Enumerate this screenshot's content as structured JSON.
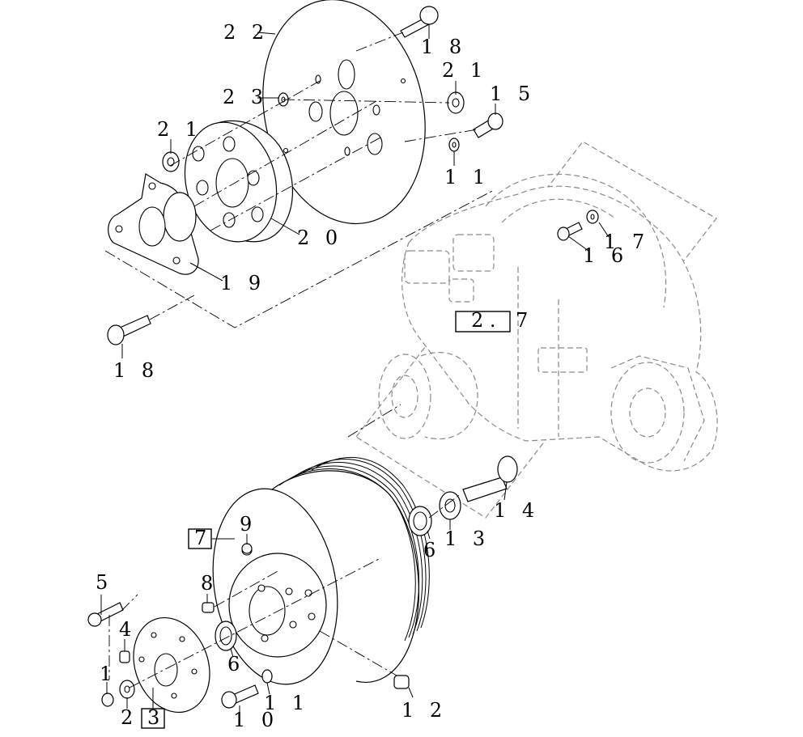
{
  "callouts": {
    "c22": "2 2",
    "c18_top": "1 8",
    "c21_right": "2 1",
    "c23": "2 3",
    "c15": "1 5",
    "c21_left": "2 1",
    "c11_top": "1 1",
    "c20": "2 0",
    "c19": "1 9",
    "c18_bottom": "1 8",
    "c17": "1 7",
    "c16": "1 6",
    "c14": "1 4",
    "c13": "1 3",
    "c6_right": "6",
    "c9": "9",
    "c5": "5",
    "c8": "8",
    "c4": "4",
    "c6_left": "6",
    "c1": "1",
    "c2": "2",
    "c10": "1 0",
    "c11_bottom": "1 1",
    "c12": "1 2"
  },
  "refs": {
    "ref_27_box": "2 .",
    "ref_27_tail": "7",
    "ref_7": "7",
    "ref_3": "3"
  },
  "colors": {
    "ink": "#000000",
    "ghost": "#8a8a8a",
    "paper": "#ffffff"
  }
}
